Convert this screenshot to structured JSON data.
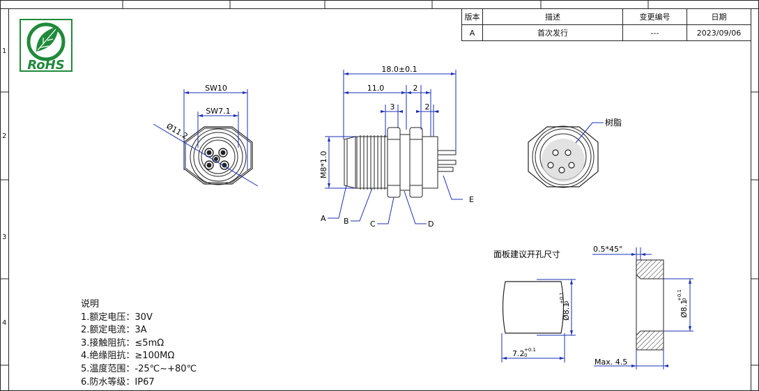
{
  "frame": {
    "row_labels": [
      "1",
      "2",
      "3",
      "4"
    ]
  },
  "logo": {
    "text": "RoHS",
    "color": "#1f8a3a"
  },
  "revision_table": {
    "headers": [
      "版本",
      "描述",
      "变更编号",
      "日期"
    ],
    "rows": [
      [
        "A",
        "首次发行",
        "---",
        "2023/09/06"
      ]
    ]
  },
  "dimensions": {
    "front_view": {
      "hex_outer": "SW10",
      "hex_inner": "SW7.1",
      "diameter": "Ø11.2"
    },
    "side_view": {
      "overall_length": "18.0±0.1",
      "thread_length": "11.0",
      "gap_a": "2",
      "nut_width": "3",
      "gap_b": "2",
      "thread_spec": "M8*1.0"
    },
    "callouts": [
      "A",
      "B",
      "C",
      "D",
      "E"
    ],
    "rear_view": {
      "resin_label": "树脂"
    }
  },
  "panel_cutout": {
    "title": "面板建议开孔尺寸",
    "width": "7.2",
    "width_tol": "+0.1",
    "width_tol_low": "0",
    "height": "Ø8.1",
    "height_tol": "+0.1",
    "height_tol_low": "0",
    "chamfer": "0.5*45°",
    "max_thickness": "Max. 4.5",
    "section_diameter": "Ø8.1",
    "section_tol": "+0.1",
    "section_tol_low": "0"
  },
  "notes": {
    "title": "说明",
    "items": [
      "1.额定电压：30V",
      "2.额定电流：3A",
      "3.接触阻抗：≤5mΩ",
      "4.绝缘阻抗：≥100MΩ",
      "5.温度范围：-25℃~+80℃",
      "6.防水等级：IP67"
    ]
  },
  "colors": {
    "dimension": "#1a2fb5",
    "outline": "#222222",
    "logo": "#1f8a3a"
  }
}
